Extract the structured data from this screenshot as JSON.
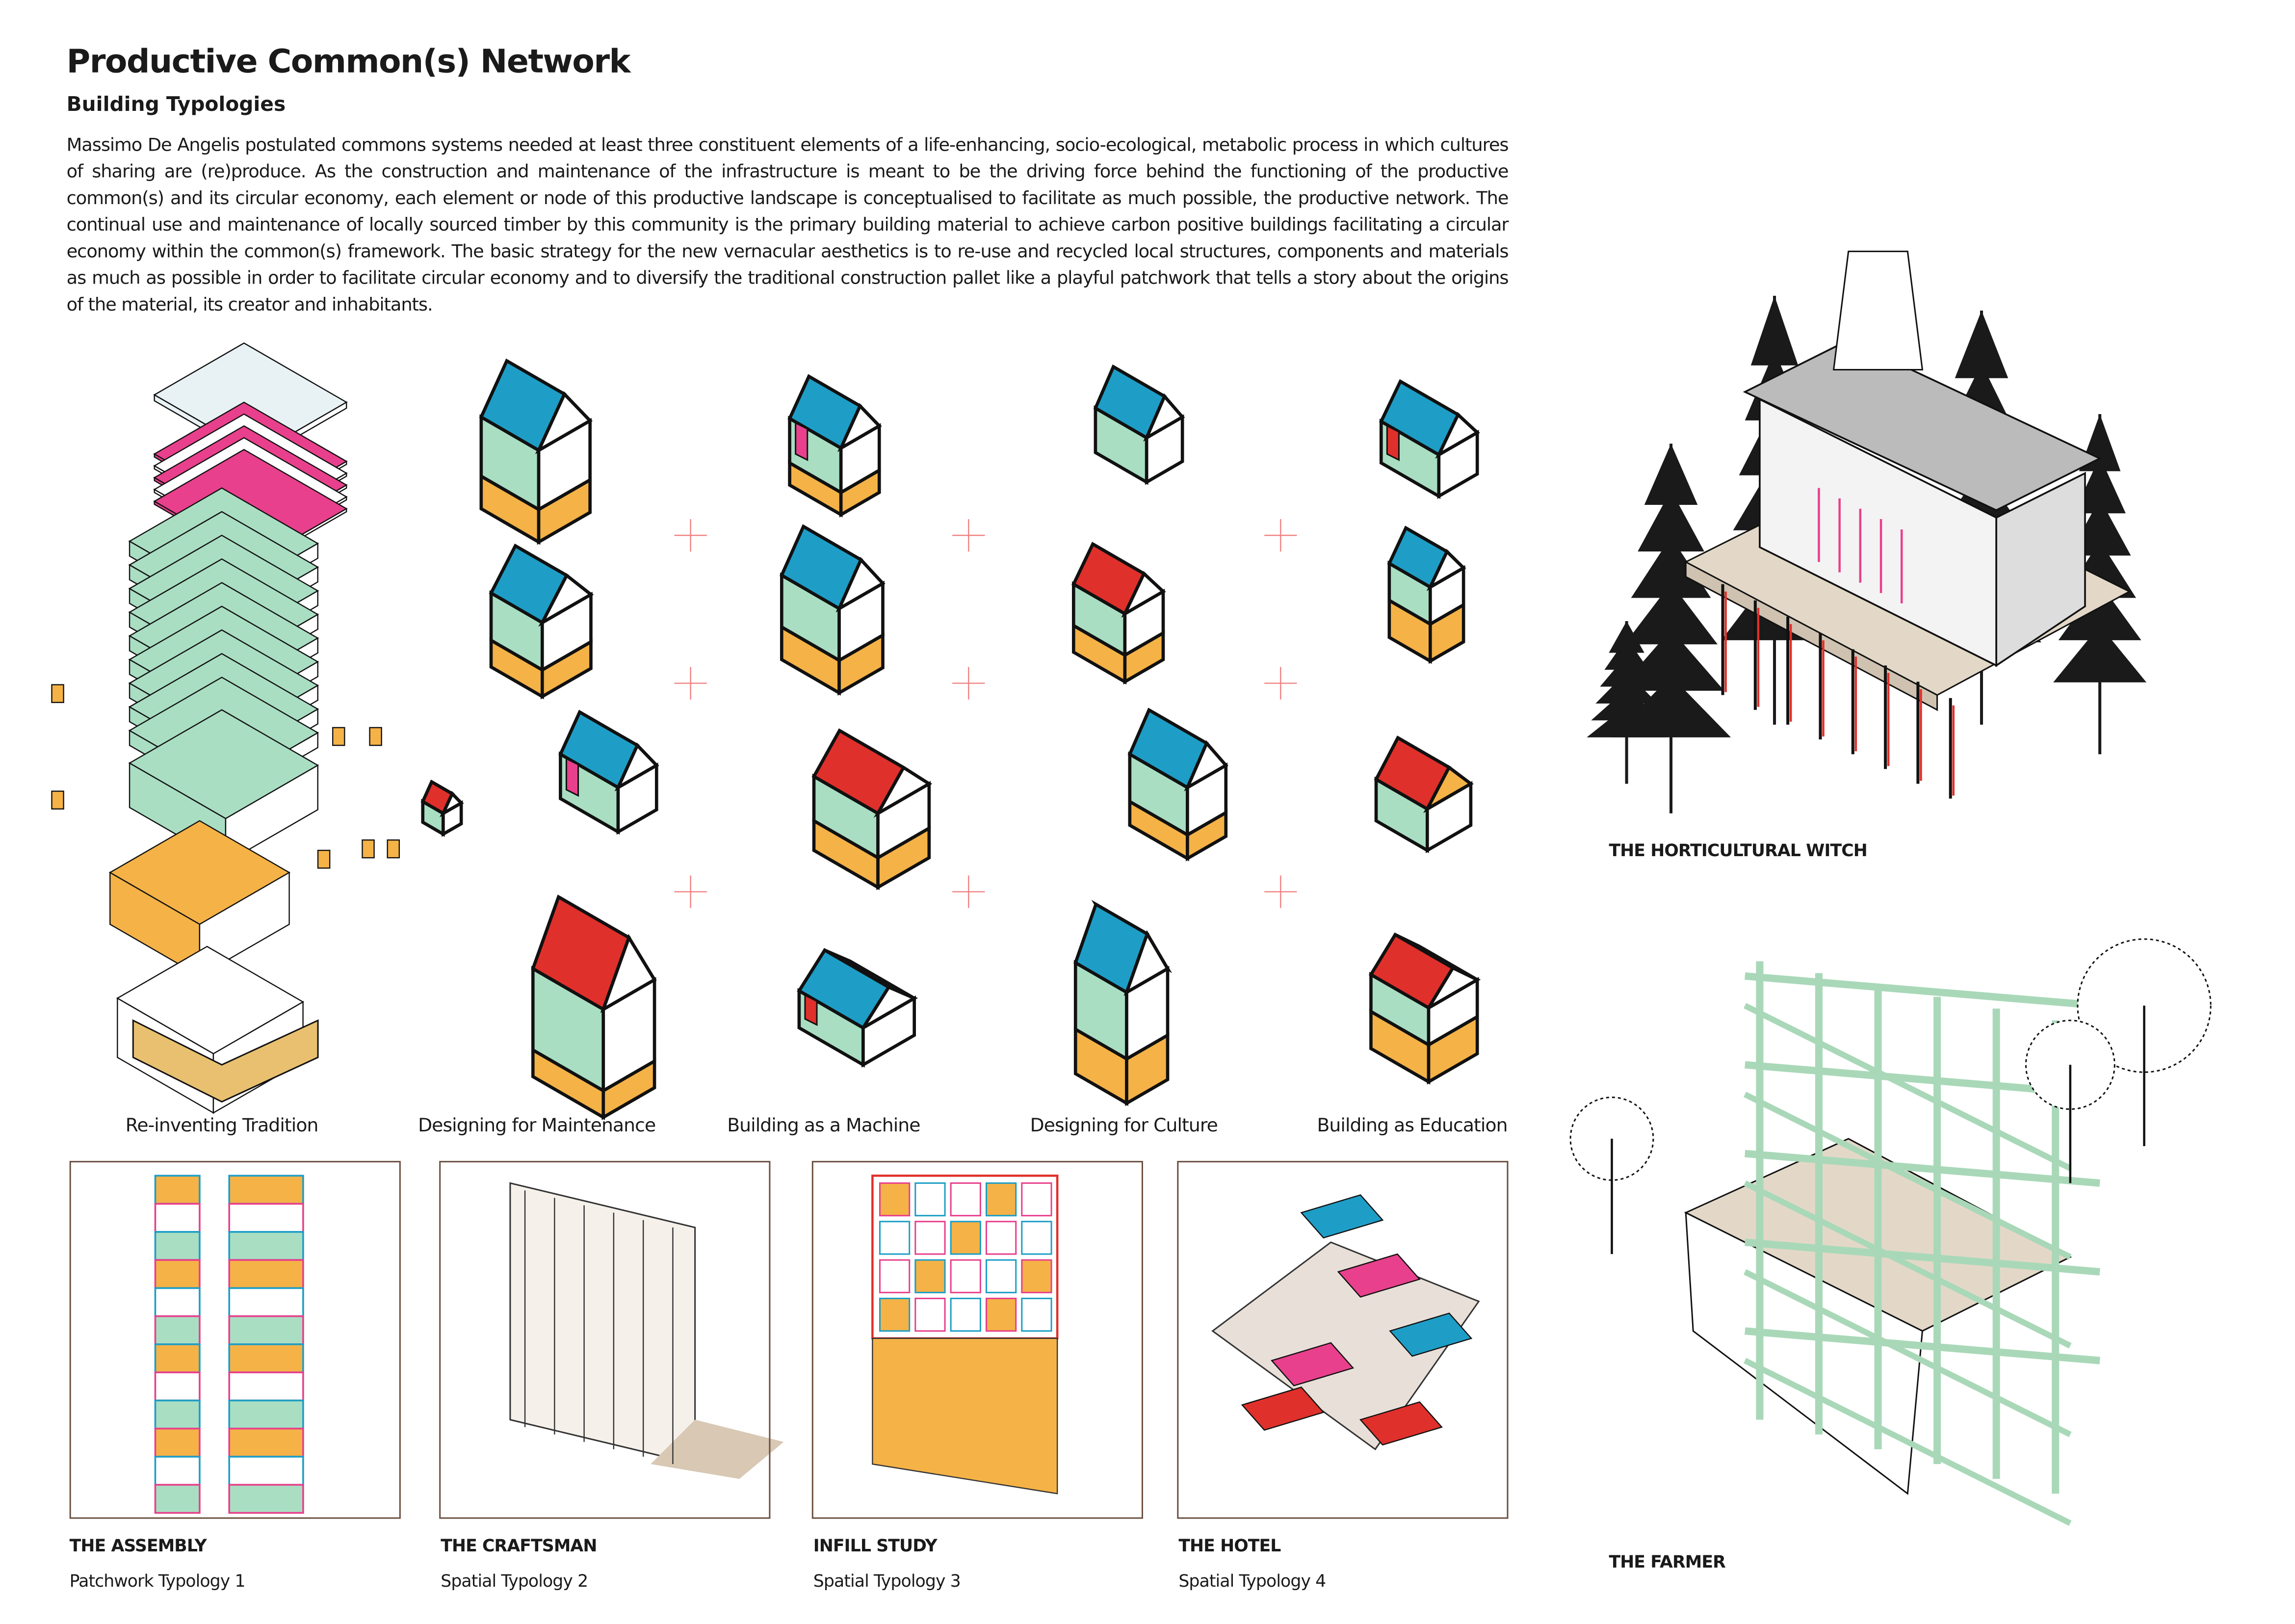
{
  "header": {
    "title": "Productive Common(s) Network",
    "subtitle": "Building Typologies",
    "intro": "Massimo De Angelis postulated commons systems needed at least three constituent elements of a life-enhancing, socio-ecological, metabolic process in which cultures of sharing are (re)produce.  As the construction and maintenance of the infrastructure is meant to be the driving force behind the functioning of the productive common(s) and its circular economy, each element or node of this productive landscape is conceptualised to facilitate as much possible, the productive network. The continual use and maintenance of locally sourced timber by this community is the primary building material to achieve carbon positive buildings facilitating a circular economy within the common(s) framework. The basic strategy for the new vernacular aesthetics is to re-use and recycled local structures, components and materials as much as possible in order to facilitate circular economy and to diversify the traditional construction pallet like a playful patchwork that tells a story about the origins of the material, its creator and inhabitants."
  },
  "strategies": [
    "Re-inventing Tradition",
    "Designing for Maintenance",
    "Building as a Machine",
    "Designing for Culture",
    "Building as Education"
  ],
  "typologies": [
    {
      "title": "THE ASSEMBLY",
      "subtitle": "Patchwork Typology 1"
    },
    {
      "title": "THE CRAFTSMAN",
      "subtitle": "Spatial Typology 2"
    },
    {
      "title": "INFILL STUDY",
      "subtitle": "Spatial Typology 3"
    },
    {
      "title": "THE HOTEL",
      "subtitle": "Spatial Typology 4"
    }
  ],
  "features": [
    {
      "title": "THE HORTICULTURAL WITCH"
    },
    {
      "title": "THE FARMER"
    }
  ],
  "colors": {
    "roof": "#1e9ec6",
    "wall": "#a9dec3",
    "base": "#f4b247",
    "red": "#e0302b",
    "pink": "#e8408c",
    "frame": "#a9d8b8",
    "line": "#111111",
    "panel_border": "#6b5040",
    "cross": "#f08080"
  }
}
